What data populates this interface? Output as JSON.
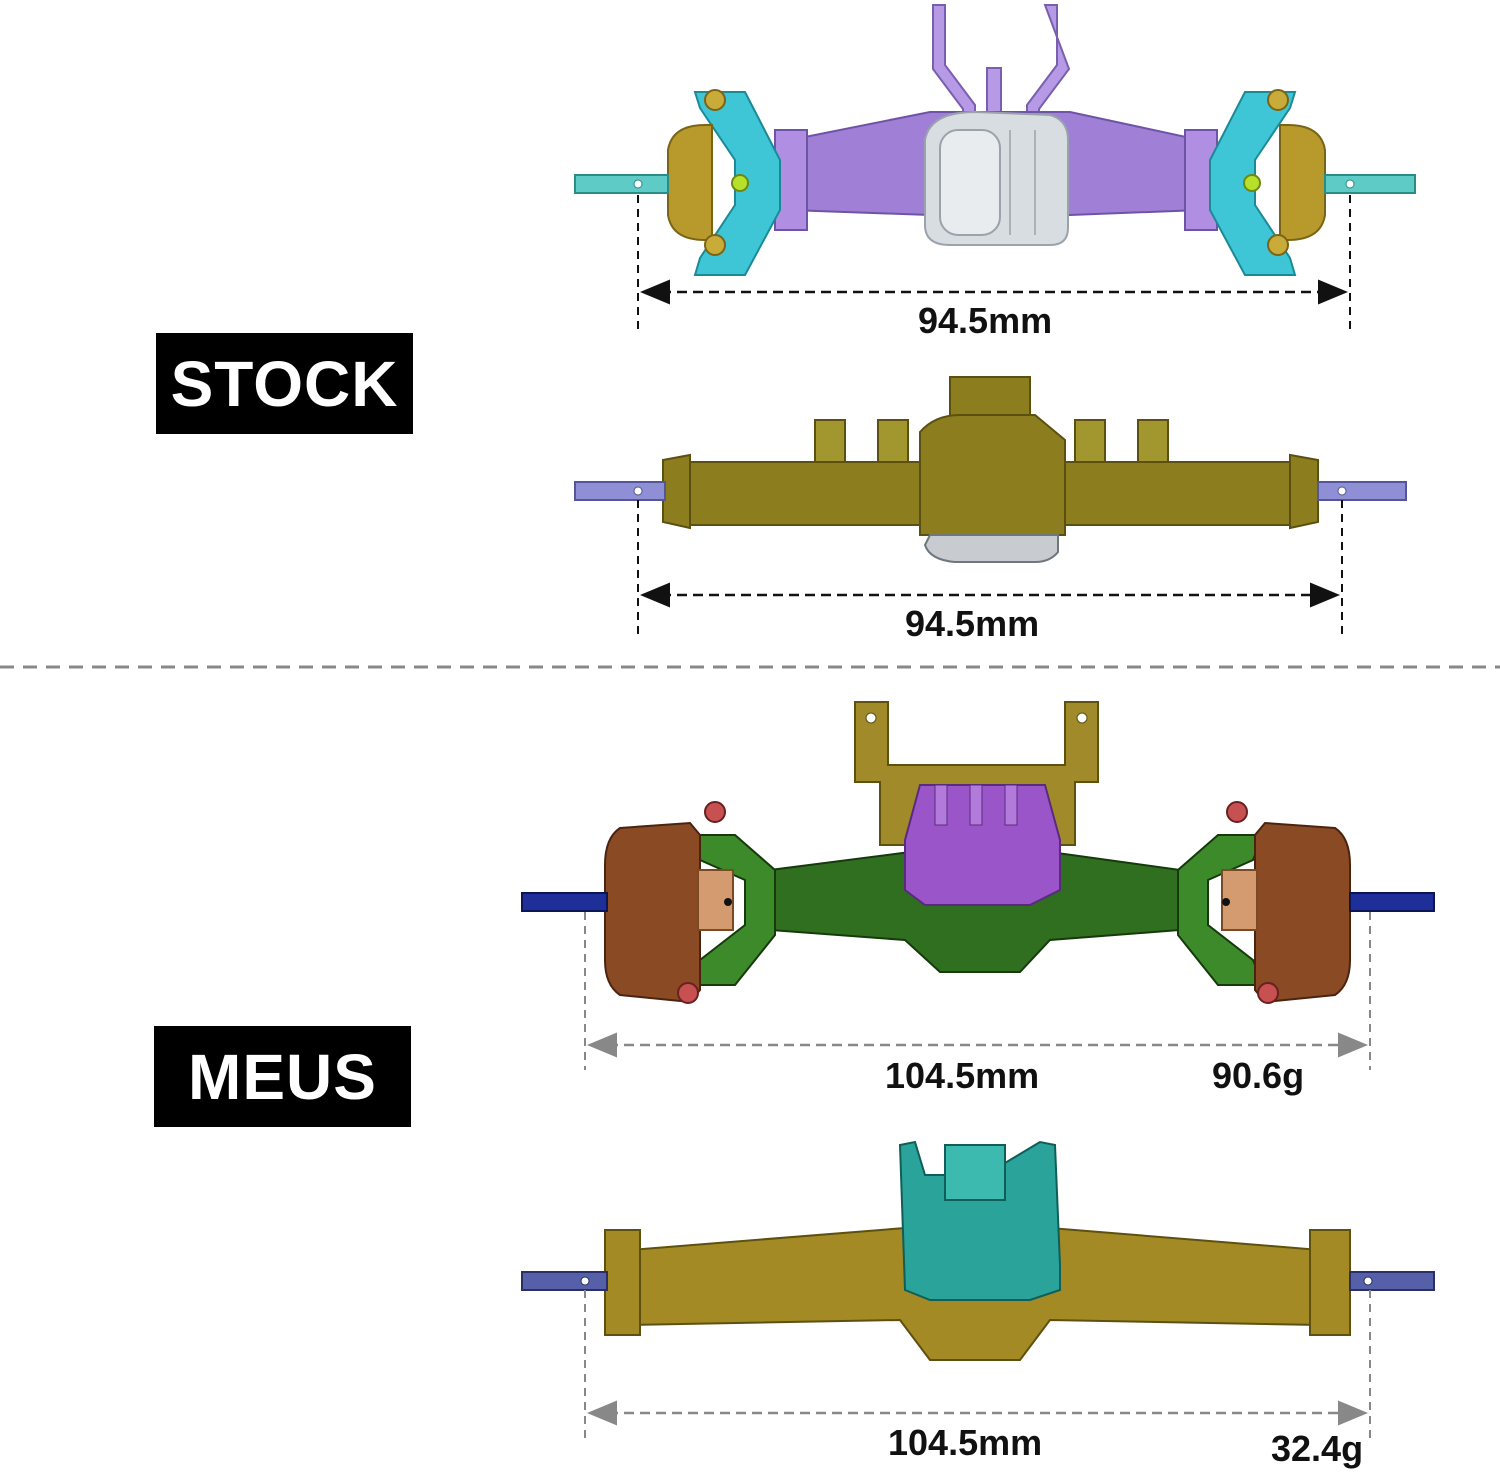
{
  "sections": {
    "stock": {
      "label": "STOCK",
      "front_axle": {
        "width_label": "94.5mm"
      },
      "rear_axle": {
        "width_label": "94.5mm"
      }
    },
    "meus": {
      "label": "MEUS",
      "front_axle": {
        "width_label": "104.5mm",
        "weight_label": "90.6g"
      },
      "rear_axle": {
        "width_label": "104.5mm",
        "weight_label": "32.4g"
      }
    }
  },
  "colors": {
    "stock_front_housing": "#a07fd6",
    "stock_front_knuckle": "#3ec6d6",
    "stock_front_hub": "#b89a2c",
    "stock_cover": "#d8dde2",
    "stock_rear_housing": "#8c7d1e",
    "stock_shaft": "#8f8fd6",
    "meus_front_housing": "#2f6f1f",
    "meus_front_knuckle": "#8a4a24",
    "meus_cover_front": "#9a55c9",
    "meus_mount": "#a08a2a",
    "meus_rear_housing": "#a48a24",
    "meus_cover_rear": "#2aa39a",
    "meus_shaft": "#1e2f9a"
  }
}
